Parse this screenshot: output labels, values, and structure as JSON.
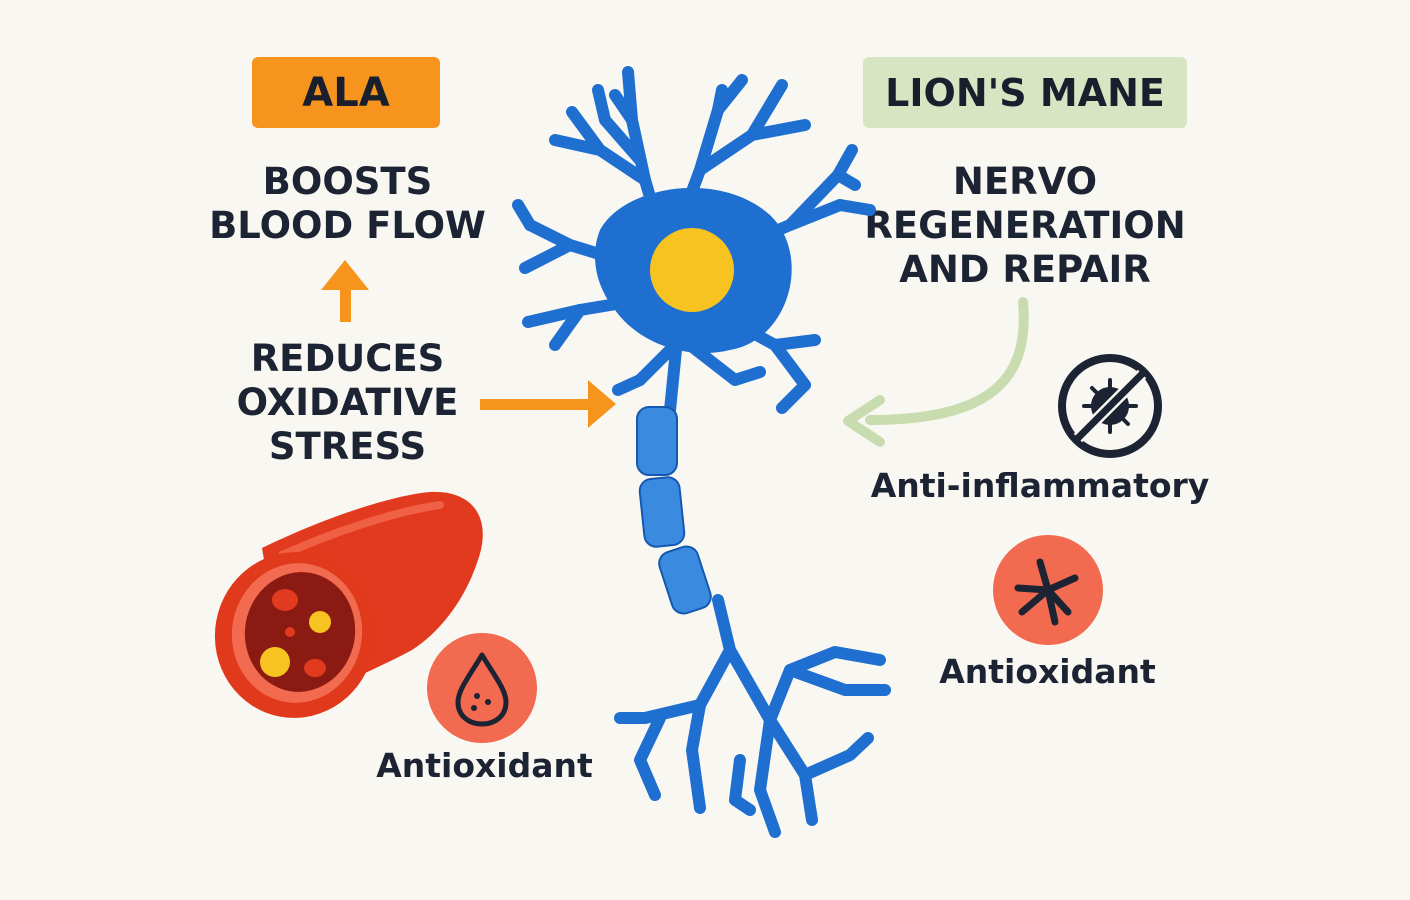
{
  "left": {
    "badge": "ALA",
    "effect_top": [
      "BOOSTS",
      "BLOOD FLOW"
    ],
    "effect_middle": [
      "REDUCES",
      "OXIDATIVE",
      "STRESS"
    ],
    "icon_label": "Antioxidant"
  },
  "right": {
    "badge": "LION'S MANE",
    "effect_top": [
      "NERVO",
      "REGENERATION",
      "AND REPAIR"
    ],
    "icon1_label": "Anti-inflammatory",
    "icon2_label": "Antioxidant"
  },
  "colors": {
    "ala_orange": "#f7941d",
    "lions_mane_green": "#d7e5c3",
    "neuron_blue": "#1f6fd1",
    "nucleus_yellow": "#f6c320",
    "vessel_red": "#e23a1e",
    "icon_coral": "#f26a4f"
  },
  "icons": [
    "blood-vessel-icon",
    "droplet-icon",
    "no-virus-icon",
    "asterisk-icon",
    "neuron-icon"
  ]
}
